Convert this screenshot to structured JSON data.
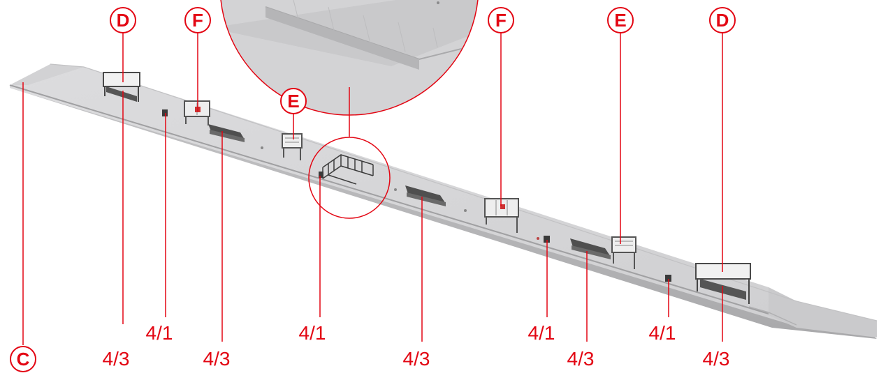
{
  "colors": {
    "accent": "#e30613",
    "platform_top": "#d7d7d9",
    "platform_side": "#b9b9bb",
    "furniture": "#4a4a4a"
  },
  "callouts": [
    {
      "key": "d_left",
      "letter": "D"
    },
    {
      "key": "f_left",
      "letter": "F"
    },
    {
      "key": "e_left",
      "letter": "E"
    },
    {
      "key": "f_right",
      "letter": "F"
    },
    {
      "key": "e_right",
      "letter": "E"
    },
    {
      "key": "d_right",
      "letter": "D"
    },
    {
      "key": "c",
      "letter": "C"
    }
  ],
  "part_numbers": [
    {
      "key": "p1",
      "text": "4/3"
    },
    {
      "key": "p2",
      "text": "4/1"
    },
    {
      "key": "p3",
      "text": "4/3"
    },
    {
      "key": "p4",
      "text": "4/1"
    },
    {
      "key": "p5",
      "text": "4/3"
    },
    {
      "key": "p6",
      "text": "4/1"
    },
    {
      "key": "p7",
      "text": "4/3"
    },
    {
      "key": "p8",
      "text": "4/1"
    },
    {
      "key": "p9",
      "text": "4/3"
    }
  ],
  "illustration": {
    "subject": "model railway platform with benches, signs, waste bins and ramp",
    "icons": [
      "bench-icon",
      "sign-board-icon",
      "waste-bin-icon",
      "railing-icon",
      "magnifier-circle-icon"
    ]
  }
}
